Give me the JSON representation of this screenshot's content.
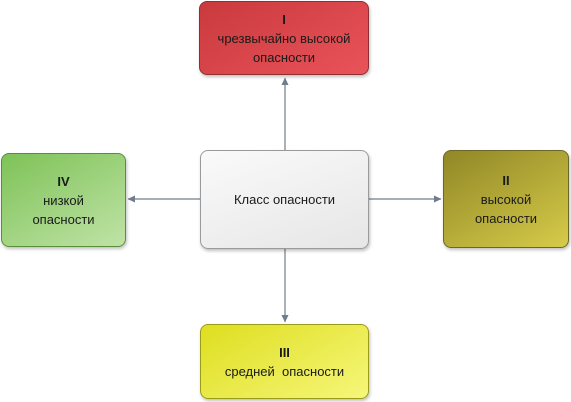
{
  "center": {
    "label": "Класс опасности"
  },
  "classes": [
    {
      "id": "top",
      "numeral": "I",
      "lines": [
        "чрезвычайно высокой",
        "опасности"
      ],
      "color": "#d9484c"
    },
    {
      "id": "right",
      "numeral": "II",
      "lines": [
        "высокой",
        "опасности"
      ],
      "color": "#b8ad3a"
    },
    {
      "id": "bottom",
      "numeral": "III",
      "lines": [
        "средней  опасности"
      ],
      "color": "#ecec4c"
    },
    {
      "id": "left",
      "numeral": "IV",
      "lines": [
        "низкой",
        "опасности"
      ],
      "color": "#9fd27e"
    }
  ],
  "connector_color": "#707d8c"
}
